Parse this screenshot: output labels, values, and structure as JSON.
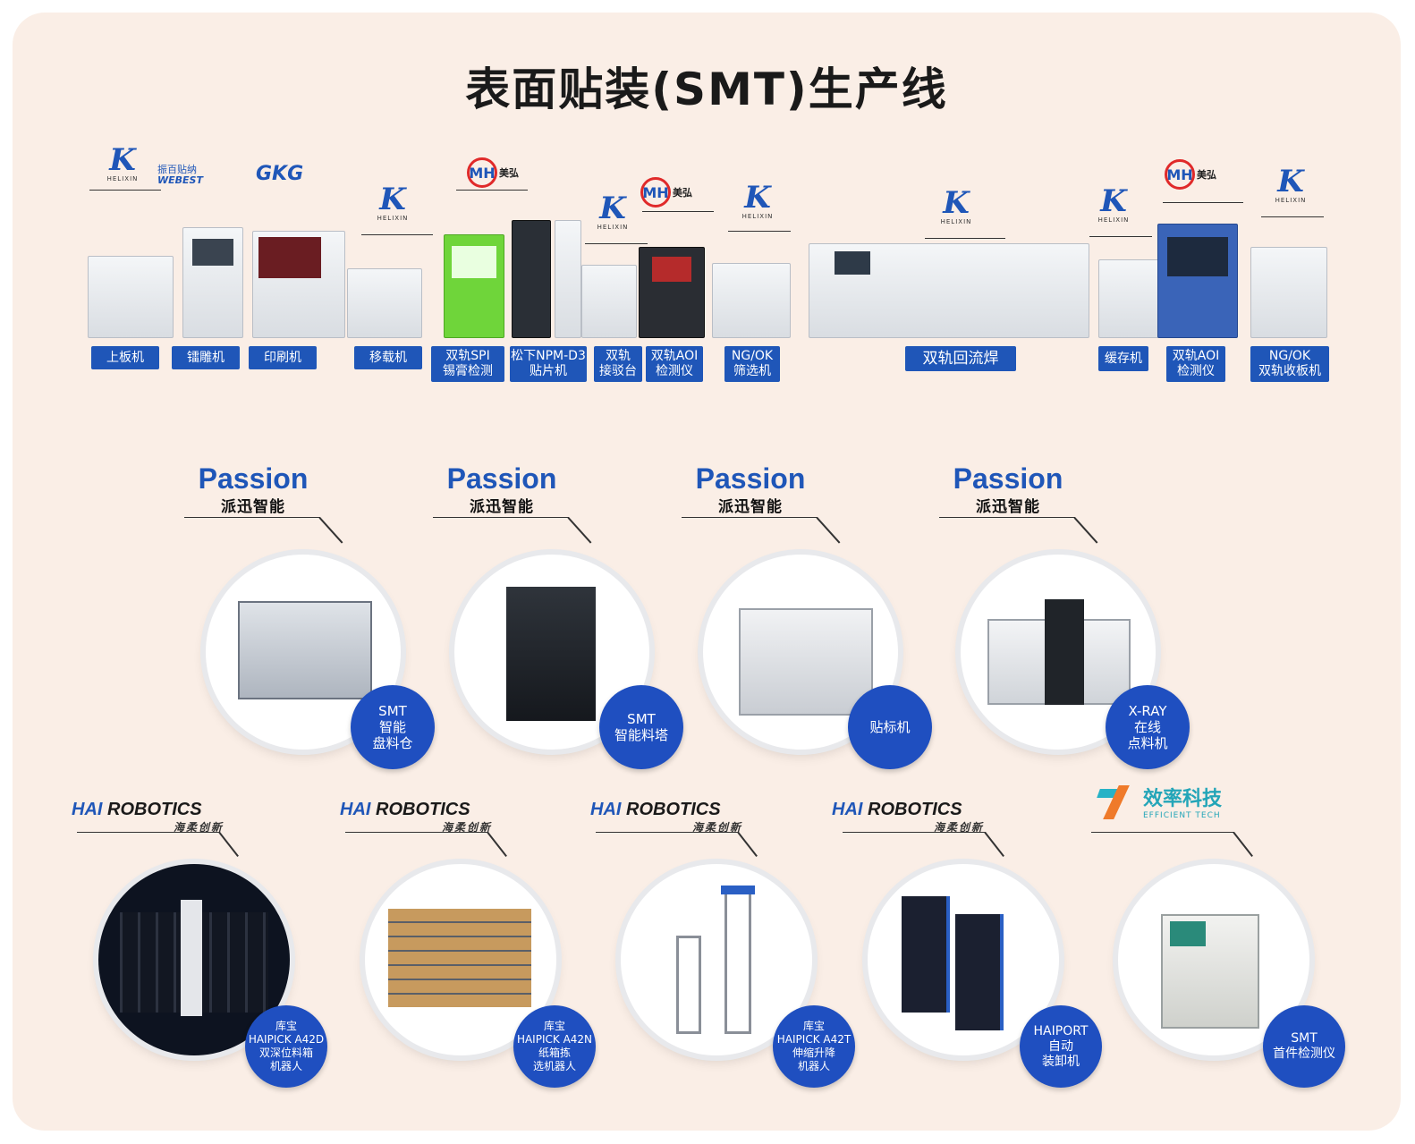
{
  "title": "表面贴装(SMT)生产线",
  "logos": {
    "helixin": "HELIXIN",
    "webest_cn": "振百贴纳",
    "webest_en": "WEBEST",
    "gkg": "GKG",
    "mh_mark": "MH",
    "mh_name": "美弘",
    "passion": "Passion",
    "passion_cn": "派迅智能",
    "hai_a": "HAI",
    "hai_b": "ROBOTICS",
    "hai_cn": "海柔创新",
    "eff_cn": "效率科技",
    "eff_en": "EFFICIENT TECH"
  },
  "line_labels": [
    [
      "上板机"
    ],
    [
      "镭雕机"
    ],
    [
      "印刷机"
    ],
    [
      "移载机"
    ],
    [
      "双轨SPI",
      "锡膏检测"
    ],
    [
      "松下NPM-D3",
      "贴片机"
    ],
    [
      "双轨",
      "接驳台"
    ],
    [
      "双轨AOI",
      "检测仪"
    ],
    [
      "NG/OK",
      "筛选机"
    ],
    [
      "双轨回流焊"
    ],
    [
      "缓存机"
    ],
    [
      "双轨AOI",
      "检测仪"
    ],
    [
      "NG/OK",
      "双轨收板机"
    ]
  ],
  "passion_items": [
    [
      "SMT",
      "智能",
      "盘料仓"
    ],
    [
      "SMT",
      "智能料塔"
    ],
    [
      "贴标机"
    ],
    [
      "X-RAY",
      "在线",
      "点料机"
    ]
  ],
  "robot_items": [
    [
      "库宝",
      "HAIPICK A42D",
      "双深位料箱",
      "机器人"
    ],
    [
      "库宝",
      "HAIPICK A42N",
      "纸箱拣",
      "选机器人"
    ],
    [
      "库宝",
      "HAIPICK A42T",
      "伸缩升降",
      "机器人"
    ],
    [
      "HAIPORT",
      "自动",
      "装卸机"
    ],
    [
      "SMT",
      "首件检测仪"
    ]
  ],
  "colors": {
    "brand_blue": "#1f56b8",
    "badge_blue": "#1f4fc0",
    "background": "#faeee6"
  }
}
